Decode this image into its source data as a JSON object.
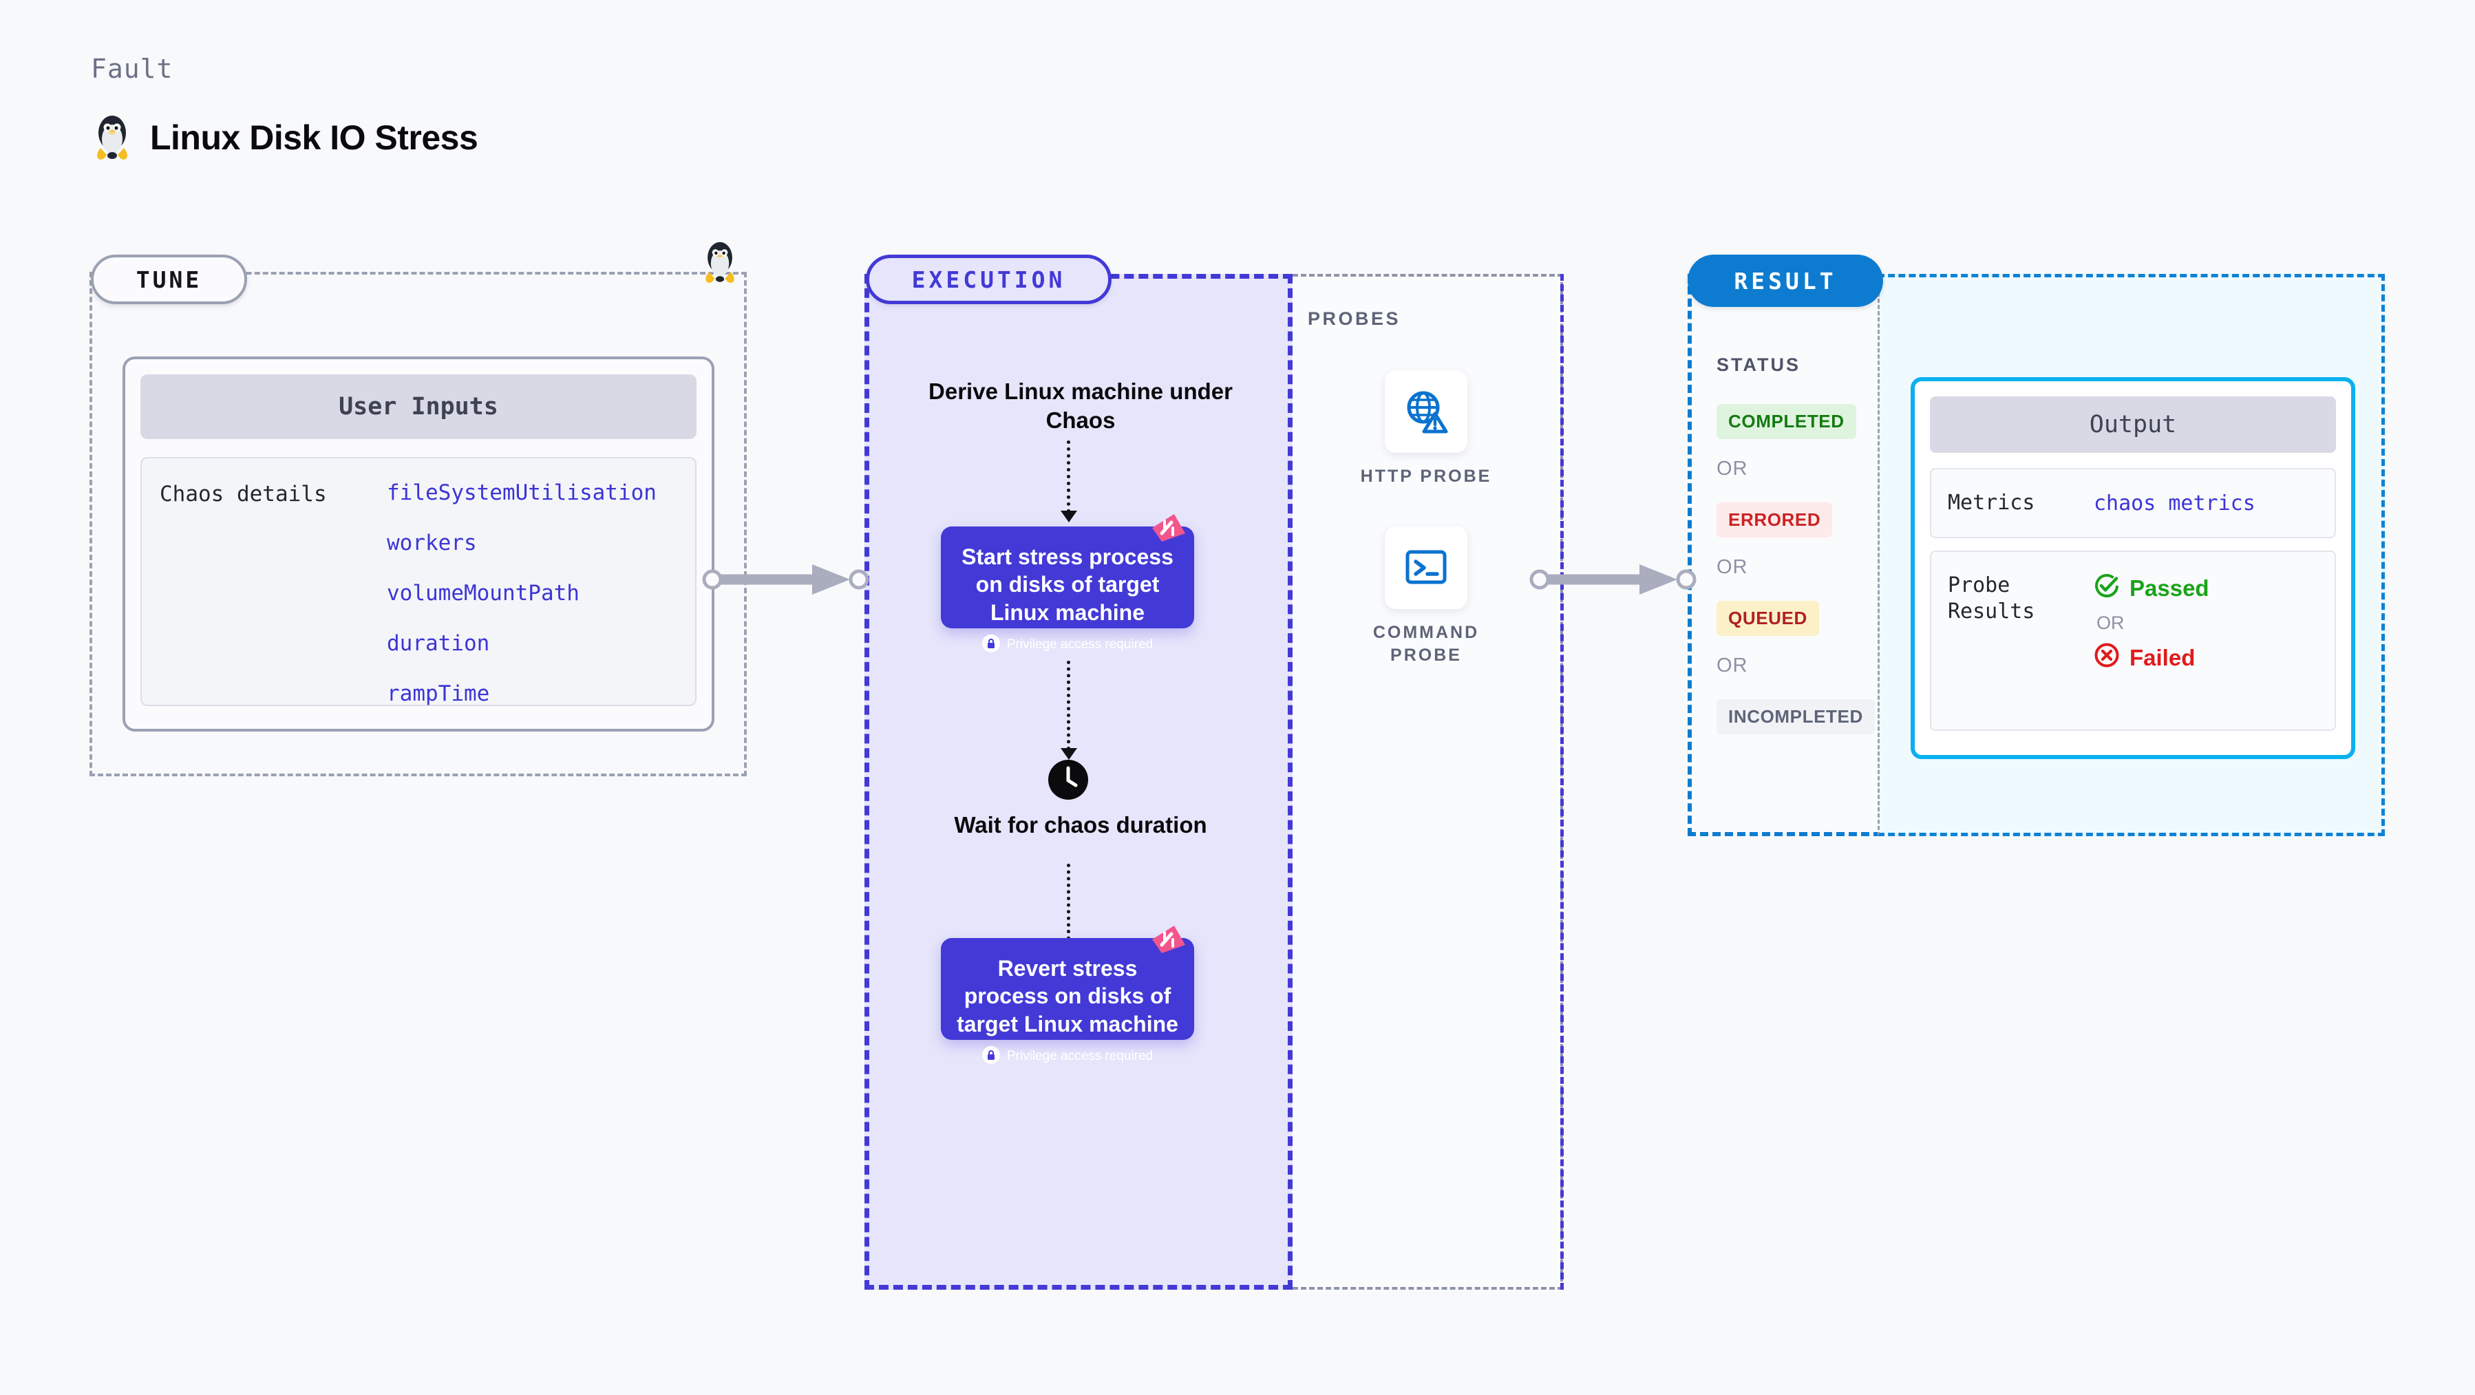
{
  "header": {
    "eyebrow": "Fault",
    "title": "Linux Disk IO Stress",
    "icon": "tux-penguin-icon"
  },
  "tune": {
    "pill_label": "TUNE",
    "card": {
      "header": "User Inputs",
      "rows": [
        {
          "key": "Chaos details",
          "values": [
            "fileSystemUtilisation",
            "workers",
            "volumeMountPath",
            "duration",
            "rampTime"
          ]
        }
      ]
    }
  },
  "execution": {
    "pill_label": "EXECUTION",
    "steps": [
      {
        "type": "text",
        "label": "Derive Linux machine under Chaos"
      },
      {
        "type": "card",
        "label": "Start stress process on disks of target Linux machine",
        "privilege_note": "Privilege access required",
        "badge": "harness-logo-badge"
      },
      {
        "type": "icon-text",
        "icon": "clock-icon",
        "label": "Wait for chaos duration"
      },
      {
        "type": "card",
        "label": "Revert stress process on disks of target Linux machine",
        "privilege_note": "Privilege access required",
        "badge": "harness-logo-badge"
      }
    ]
  },
  "probes": {
    "label": "PROBES",
    "items": [
      {
        "icon": "globe-warning-icon",
        "caption": "HTTP PROBE"
      },
      {
        "icon": "terminal-icon",
        "caption": "COMMAND PROBE"
      }
    ]
  },
  "result": {
    "pill_label": "RESULT",
    "status_label": "STATUS",
    "or_label": "OR",
    "statuses": [
      {
        "label": "COMPLETED",
        "bg": "#dff4de",
        "fg": "#157a12"
      },
      {
        "label": "ERRORED",
        "bg": "#fdeaea",
        "fg": "#cb2222"
      },
      {
        "label": "QUEUED",
        "bg": "#fcf0c8",
        "fg": "#b02020"
      },
      {
        "label": "INCOMPLETED",
        "bg": "#f1f2f6",
        "fg": "#5d6478"
      }
    ]
  },
  "output": {
    "header": "Output",
    "metrics_key": "Metrics",
    "metrics_value": "chaos metrics",
    "probe_results_key": "Probe Results",
    "probe_passed": "Passed",
    "probe_or": "OR",
    "probe_failed": "Failed"
  },
  "colors": {
    "execution_accent": "#4339d6",
    "result_accent": "#0d7cd0",
    "output_accent": "#0ab0f0",
    "tune_accent": "#9aa1b2",
    "probe_icon": "#0b72cf",
    "harness_pink": "#f2558c"
  }
}
